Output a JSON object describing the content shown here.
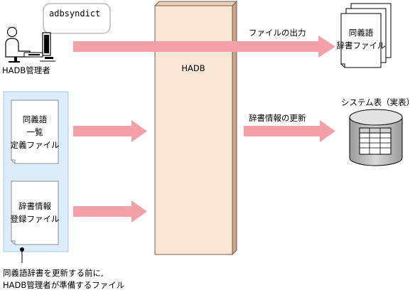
{
  "bubble": {
    "command": "adbsyndict"
  },
  "admin": {
    "label": "HADB管理者"
  },
  "server": {
    "label": "HADB"
  },
  "arrows": {
    "output": "ファイルの出力",
    "update": "辞書情報の更新"
  },
  "out_file": {
    "line1": "同義語",
    "line2": "辞書ファイル"
  },
  "system_table": {
    "label": "システム表（実表）"
  },
  "prep_files": {
    "synonym_def": {
      "line1": "同義語",
      "line2": "一覧",
      "line3": "定義ファイル"
    },
    "dict_reg": {
      "line1": "辞書情報",
      "line2": "登録ファイル"
    }
  },
  "note": {
    "line1": "同義語辞書を更新する前に,",
    "line2": "HADB管理者が準備するファイル"
  },
  "colors": {
    "arrow": "#f4a0a8",
    "server_fill": "#fae6d6",
    "prep_panel": "#dcecfb",
    "cylinder": "#b8b8b8"
  }
}
